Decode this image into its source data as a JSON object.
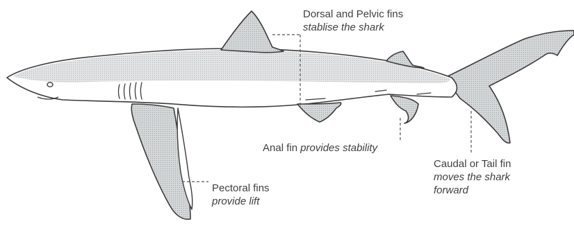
{
  "labels": {
    "dorsal_pelvic": {
      "title": "Dorsal and Pelvic fins",
      "subtitle": "stablise the shark"
    },
    "anal": {
      "title": "Anal fin",
      "subtitle": "provides stability"
    },
    "caudal": {
      "title": "Caudal or Tail fin",
      "subtitle_line1": "moves the shark",
      "subtitle_line2": "forward"
    },
    "pectoral": {
      "title": "Pectoral fins",
      "subtitle": "provide lift"
    }
  },
  "colors": {
    "outline": "#3b3b3b",
    "fin_fill": "#c9cccd",
    "dorsal_shading": "#d3d6d7",
    "belly_fill": "#ffffff",
    "leader_line": "#555555",
    "text": "#3f3f3f"
  }
}
